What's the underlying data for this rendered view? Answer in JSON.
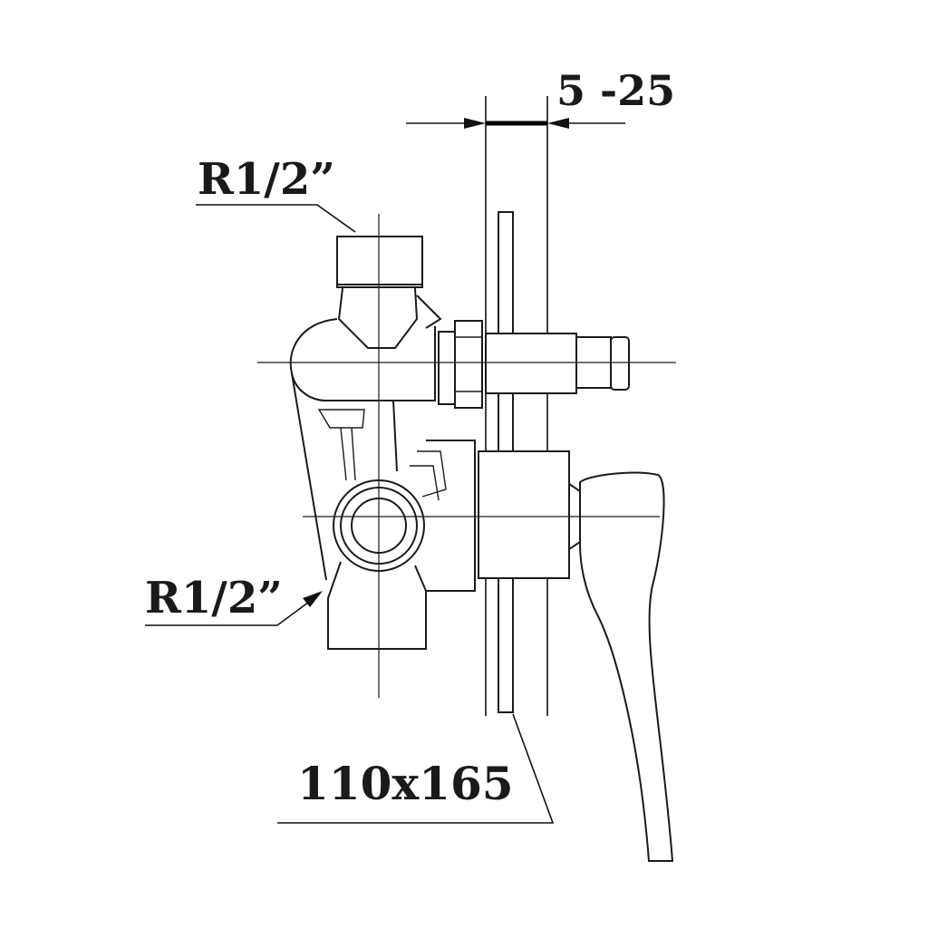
{
  "labels": {
    "thread_top": "R1/2”",
    "thread_bottom": "R1/2”",
    "depth_range": "5 -25",
    "plate_size": "110x165"
  },
  "colors": {
    "line": "#1a1a1a",
    "background": "#ffffff"
  }
}
